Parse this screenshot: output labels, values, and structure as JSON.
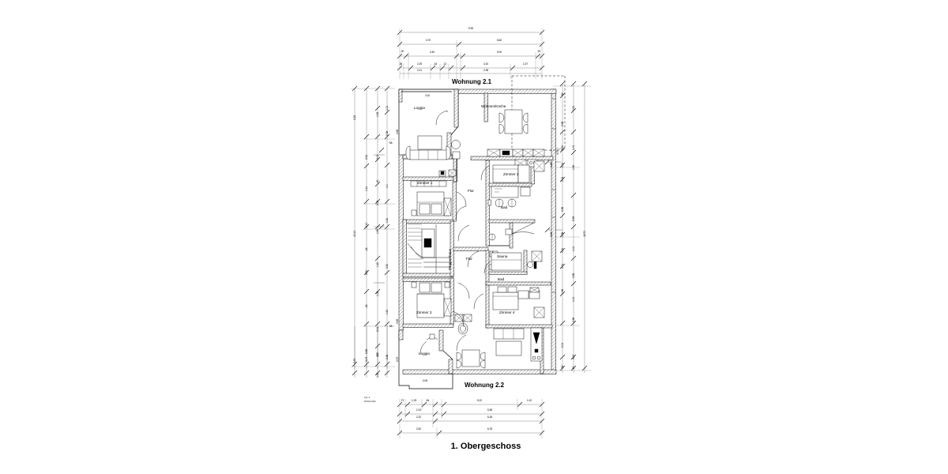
{
  "drawing": {
    "title": "1. Obergeschoss",
    "apartment_top": "Wohnung 2.1",
    "apartment_bottom": "Wohnung 2.2",
    "area_note_line1": "Typ. 4",
    "area_note_line2": "W=101.24m²"
  },
  "rooms": [
    {
      "id": "loggia-top",
      "label": "Loggia"
    },
    {
      "id": "wohnen-kueche",
      "label": "Wohnen/Küche"
    },
    {
      "id": "zimmer-1",
      "label": "Zimmer 1"
    },
    {
      "id": "zimmer-2",
      "label": "Zimmer 2"
    },
    {
      "id": "flur-top",
      "label": "Flur"
    },
    {
      "id": "bad-top",
      "label": "Bad"
    },
    {
      "id": "treppenhaus",
      "label": "Treppenhaus"
    },
    {
      "id": "flur-bottom",
      "label": "Flur"
    },
    {
      "id": "sauna",
      "label": "Sauna"
    },
    {
      "id": "bad-bottom",
      "label": "Bad"
    },
    {
      "id": "zimmer-3",
      "label": "Zimmer 3"
    },
    {
      "id": "zimmer-4",
      "label": "Zimmer 4"
    },
    {
      "id": "loggia-bottom",
      "label": "Loggia"
    }
  ],
  "dimensions": {
    "top": {
      "row1": [
        "9.30"
      ],
      "row2": [
        "3.70",
        "5.60"
      ],
      "row3": [
        ".20",
        "3.40",
        "5.00",
        ".20"
      ],
      "row4": [
        ".36",
        "2.29",
        ".44",
        ".12",
        "4.10",
        "1.07"
      ],
      "row5": [
        "2.21",
        "2.38"
      ]
    },
    "bottom": {
      "row1": [
        ".72",
        "1.29",
        ".54",
        "5.22",
        "1.02"
      ],
      "row2": [
        "1.51",
        "5.38",
        ".20",
        ".20"
      ],
      "row3": [
        "2.22",
        "6.18"
      ],
      "row4": [
        "2.52",
        "6.78"
      ]
    },
    "left": {
      "overall": "13.10",
      "chain_a": [
        "2.23",
        "2.51",
        "1.11",
        "3.10",
        ".24",
        "3.50",
        ".24",
        "2.69"
      ],
      "chain_b": [
        "1.93",
        "2.01",
        ".40",
        "2.05",
        "1.69",
        "1.40",
        "1.08",
        "2.01",
        ".93"
      ],
      "chain_c": [
        "1.01",
        "2.38",
        "1.0",
        "1.51",
        "3.50",
        "1.51",
        ".98"
      ],
      "chain_d": [
        "2.69",
        "2.69"
      ],
      "lower": [
        "3.37",
        "3.07",
        "1.00",
        "2.38",
        "3.37",
        "1.06"
      ],
      "misc": [
        ".98",
        ".20"
      ]
    },
    "right": {
      "overall": "18.70",
      "chain_a": [
        ".82",
        "2.98",
        "1.20",
        "1.01",
        "1.02",
        "2.98",
        "1.38",
        "1.00",
        "1.01",
        "1.48",
        "2.01",
        ".82"
      ],
      "chain_b": [
        "1.51",
        "1.01",
        "1.56",
        "5.55",
        "1.01",
        "2.58",
        "1.01",
        "2.58",
        "3.12",
        ".20"
      ],
      "chain_c": [
        "3.48",
        "2.66",
        "4.75"
      ]
    }
  }
}
